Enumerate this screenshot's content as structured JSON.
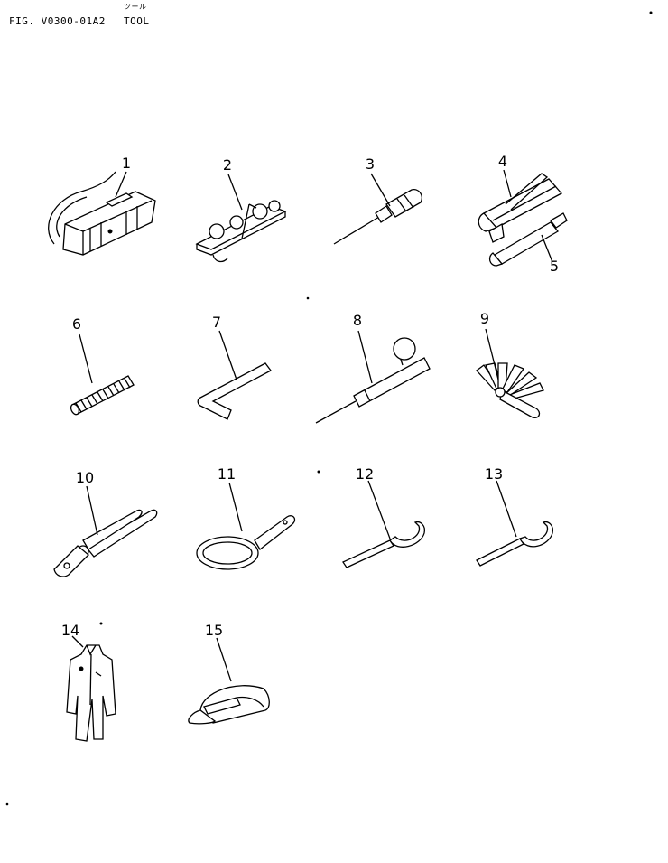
{
  "header": {
    "figure_code": "FIG. V0300-01A2",
    "japanese_title": "ツール",
    "title": "TOOL"
  },
  "parts": [
    {
      "number": "1",
      "icon": "tool-bag-icon"
    },
    {
      "number": "2",
      "icon": "wrench-set-icon"
    },
    {
      "number": "3",
      "icon": "screwdriver-icon"
    },
    {
      "number": "4",
      "icon": "grease-gun-icon"
    },
    {
      "number": "5",
      "icon": "grease-nozzle-icon"
    },
    {
      "number": "6",
      "icon": "coil-spring-icon"
    },
    {
      "number": "7",
      "icon": "hex-key-icon"
    },
    {
      "number": "8",
      "icon": "gauge-rod-icon"
    },
    {
      "number": "9",
      "icon": "feeler-gauge-icon"
    },
    {
      "number": "10",
      "icon": "pliers-icon"
    },
    {
      "number": "11",
      "icon": "filter-wrench-icon"
    },
    {
      "number": "12",
      "icon": "hook-spanner-icon"
    },
    {
      "number": "13",
      "icon": "hook-spanner-icon"
    },
    {
      "number": "14",
      "icon": "coveralls-icon"
    },
    {
      "number": "15",
      "icon": "cap-icon"
    }
  ]
}
